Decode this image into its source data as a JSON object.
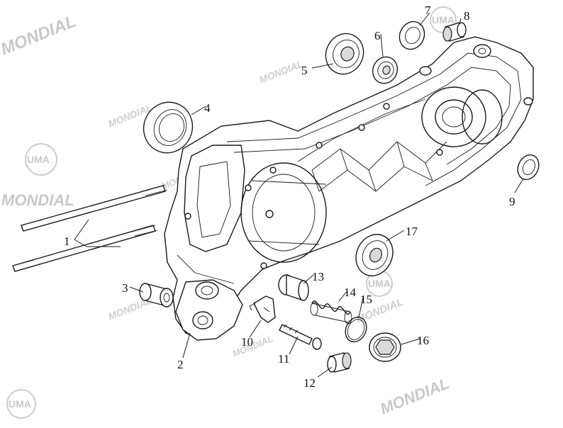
{
  "watermark": {
    "brand": "MONDIAL",
    "logo": "UMA"
  },
  "callouts": [
    "1",
    "2",
    "3",
    "4",
    "5",
    "6",
    "7",
    "8",
    "9",
    "10",
    "11",
    "12",
    "13",
    "14",
    "15",
    "16",
    "17"
  ]
}
